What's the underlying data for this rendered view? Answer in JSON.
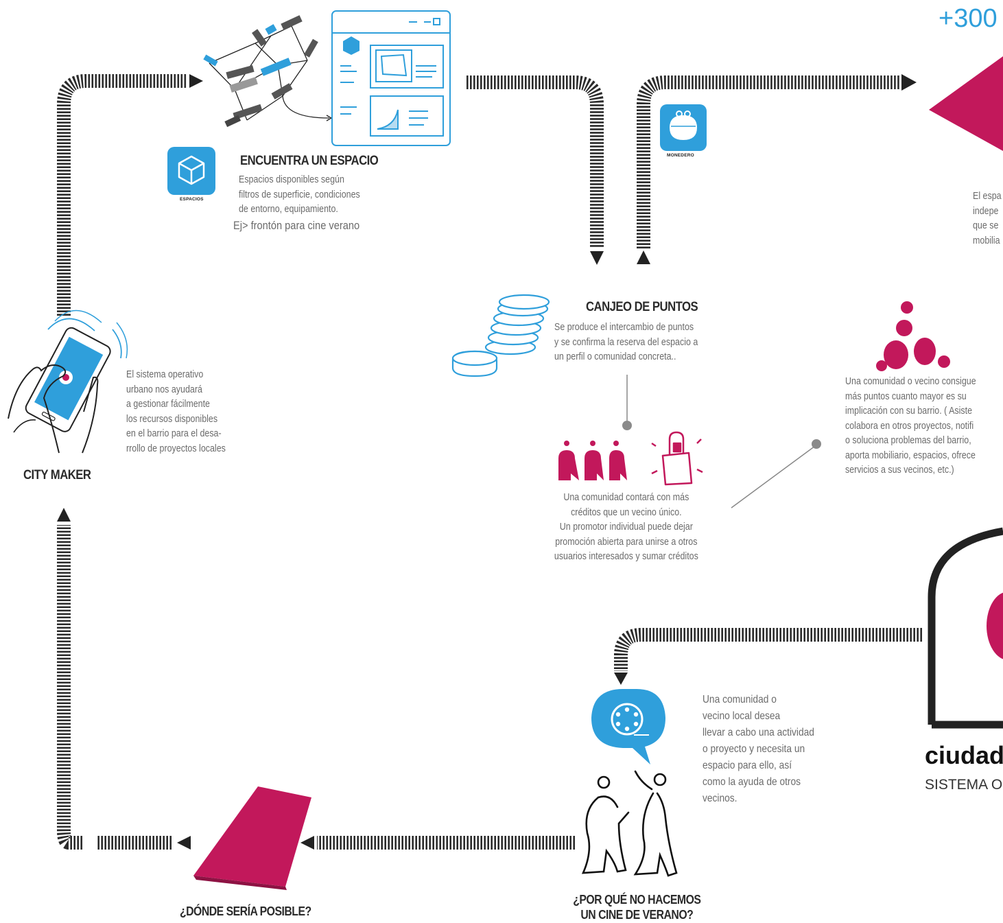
{
  "colors": {
    "accent_blue": "#2f9fdb",
    "accent_magenta": "#c2185b",
    "path_dark": "#2b2b2b",
    "text_grey": "#6b6b6b"
  },
  "header_number": "+300",
  "city_maker": {
    "title": "CITY MAKER",
    "lines": [
      "El sistema operativo",
      "urbano nos ayudará",
      "a gestionar fácilmente",
      "los recursos disponibles",
      "en el barrio para el desa-",
      "rrollo de proyectos locales"
    ]
  },
  "encuentra": {
    "title": "ENCUENTRA UN ESPACIO",
    "icon_label": "ESPACIOS",
    "lines": [
      "Espacios disponibles según",
      "filtros de superficie, condiciones",
      "de entorno, equipamiento."
    ],
    "example": "Ej> frontón para cine verano"
  },
  "monedero": {
    "icon_label": "MONEDERO"
  },
  "canjeo": {
    "title": "CANJEO DE PUNTOS",
    "lines": [
      "Se produce el intercambio de puntos",
      "y se confirma la reserva del espacio a",
      "un perfil o comunidad concreta.."
    ]
  },
  "comunidad": {
    "lines": [
      "Una comunidad contará con más",
      "créditos que un vecino único.",
      "Un promotor individual puede dejar",
      "promoción abierta para unirse a otros",
      "usuarios interesados y sumar créditos"
    ]
  },
  "vecino_puntos": {
    "lines": [
      "Una comunidad o vecino consigue",
      "más puntos cuanto mayor es su",
      "implicación con su barrio. ( Asiste",
      "colabora en otros proyectos, notifi",
      "o soluciona problemas del barrio,",
      "aporta mobiliario, espacios, ofrece",
      "servicios a sus vecinos, etc.)"
    ]
  },
  "right_partial": {
    "lines": [
      "El espa",
      "indepe",
      "que se",
      "mobilia"
    ]
  },
  "actividad": {
    "lines": [
      "Una comunidad o",
      "vecino local desea",
      "llevar a cabo una actividad",
      "o proyecto y necesita un",
      "espacio para ello, así",
      "como la ayuda de otros",
      "vecinos."
    ]
  },
  "cine": {
    "lines": [
      "¿POR QUÉ NO HACEMOS",
      "UN CINE DE VERANO?"
    ]
  },
  "donde": {
    "title": "¿DÓNDE SERÍA POSIBLE?"
  },
  "brand": {
    "name": "ciudad",
    "subtitle": "SISTEMA OP"
  }
}
